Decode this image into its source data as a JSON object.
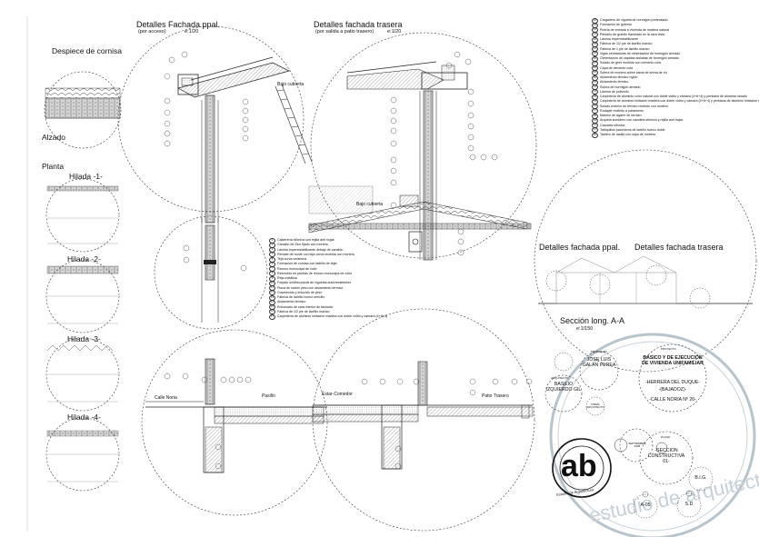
{
  "titles": {
    "cornisa": "Despiece de cornisa",
    "fachada_ppal": "Detalles Fachada ppal.",
    "fachada_ppal_sub": "(por acceso)",
    "fachada_ppal_scale": "e:1/20",
    "fachada_trasera": "Detalles fachada trasera",
    "fachada_trasera_sub": "(por salida a patio trasero)",
    "fachada_trasera_scale": "e:1/20",
    "alzado": "Alzado",
    "planta": "Planta",
    "hilada1": "Hilada -1-",
    "hilada2": "Hilada -2-",
    "hilada3": "Hilada -3-",
    "hilada4": "Hilada -4-",
    "seccion_fachada_ppal": "Detalles fachada ppal.",
    "seccion_fachada_trasera": "Detalles fachada trasera",
    "seccion_long": "Sección long. A-A",
    "seccion_scale": "e:1/150"
  },
  "labels": {
    "bajo_cubierta_1": "Bajo cubierta",
    "bajo_cubierta_2": "Bajo cubierta",
    "calle_noria": "Calle Noria",
    "pasillo": "Pasillo",
    "estar_comedor": "Estar-Comedor",
    "patio_trasero": "Patio Trasero"
  },
  "legend_right": [
    {
      "n": "18",
      "text": "Cargadero de vigueta de hormigón pretensado"
    },
    {
      "n": "19",
      "text": "Formación de goterón"
    },
    {
      "n": "20",
      "text": "Puerta de entrada a vivienda de madera natural"
    },
    {
      "n": "21",
      "text": "Peldaño de granito flameado en la cara vista"
    },
    {
      "n": "22",
      "text": "Lámina impermeabilizante"
    },
    {
      "n": "23",
      "text": "Fábrica de 1/2 pie de ladrillo macizo"
    },
    {
      "n": "24",
      "text": "Fábrica de 1 pie de ladrillo macizo"
    },
    {
      "n": "25",
      "text": "Vigas centradoras de cimentación de hormigón armado"
    },
    {
      "n": "26",
      "text": "Cimentación de zapatas aisladas de hormigón armado"
    },
    {
      "n": "27",
      "text": "Solado de gres recibido con cemento cola"
    },
    {
      "n": "28",
      "text": "Capa de cemento cola"
    },
    {
      "n": "29",
      "text": "Solera de mortero sobre cama de arena de río"
    },
    {
      "n": "30",
      "text": "Aislamiento térmico rígido"
    },
    {
      "n": "31",
      "text": "Aislamiento térmico"
    },
    {
      "n": "32",
      "text": "Solera de hormigón armado"
    },
    {
      "n": "33",
      "text": "Lámina de polivinilo"
    },
    {
      "n": "34",
      "text": "Carpintería de aluminio color natural con doble vidrio y cámara (4+6+4) y persiana de aluminio lacado"
    },
    {
      "n": "35",
      "text": "Carpintería de aluminio imitación madera con doble vidrio y cámara (4+6+4) y persiana de aluminio imitación madera"
    },
    {
      "n": "36",
      "text": "Solado exterior de terrazo recibido con mortero"
    },
    {
      "n": "37",
      "text": "Rodapié recibido a paramento"
    },
    {
      "n": "38",
      "text": "Marmol de agarre de terrazo"
    },
    {
      "n": "39",
      "text": "Arqueta sumidero con cazoleta sifónica y rejilla anti hojas"
    },
    {
      "n": "40",
      "text": "Cazoleta sifónica"
    },
    {
      "n": "41",
      "text": "Tabiquillos palomeros de ladrillo hueco doble"
    },
    {
      "n": "42",
      "text": "Tablero de rasilla con capa de mortero"
    }
  ],
  "legend_center": [
    {
      "n": "1",
      "text": "Calderería sifónica con rejilla anti hojas"
    },
    {
      "n": "2",
      "text": "Canalón de Zinc fijado con mortero"
    },
    {
      "n": "3",
      "text": "Lámina impermeabilizante debajo de canalón"
    },
    {
      "n": "4",
      "text": "Remate de borde con teja curva recibida con mortero"
    },
    {
      "n": "5",
      "text": "Teja curva cerámica"
    },
    {
      "n": "6",
      "text": "Formación de cornisa con ladrillo de tejar"
    },
    {
      "n": "7",
      "text": "Revoco monocapa de color"
    },
    {
      "n": "8",
      "text": "Recrecido en jambas de revoco monocapa de color"
    },
    {
      "n": "9",
      "text": "Reja metálica"
    },
    {
      "n": "10",
      "text": "Forjado unidireccional de viguetas autorresistentes"
    },
    {
      "n": "11",
      "text": "Placa de cartón yeso con aislamiento térmico"
    },
    {
      "n": "12",
      "text": "Guarnecido y enlucido de yeso"
    },
    {
      "n": "13",
      "text": "Fábrica de ladrillo hueco sencillo"
    },
    {
      "n": "14",
      "text": "Aislamiento térmico"
    },
    {
      "n": "15",
      "text": "Enfoscado de cara interior de fachada."
    },
    {
      "n": "16",
      "text": "Fábrica de 1/2 pie de ladrillo macizo."
    },
    {
      "n": "17",
      "text": "Carpintería de aluminio imitación madera con doble vidrio y cámara (4+6+4)"
    }
  ],
  "title_block": {
    "propiedad_label": "PROPIEDAD",
    "propiedad": "JOSE LUIS GALÁN PEREA",
    "proyecto_label": "PROYECTO",
    "proyecto": "BÁSICO Y DE EJECUCIÓN DE VIVIENDA UNIFAMILIAR",
    "lugar1": "-HERRERA DEL DUQUE-",
    "lugar2": "-(BAJADOZ)-",
    "calle": "-CALLE NORIA Nº 20-",
    "arquitecto_label": "ARQUITECTO",
    "arquitecto": "BASILIO IZQUIERDO GIL",
    "firma_label": "FIRMA ARQUITECTO",
    "fecha": "SEPTIEMBRE 2008",
    "plano_label": "PLANO",
    "plano": "-SECCION CONSTRUCTIVA 01-",
    "lamina": "A-05",
    "escala": "S.D",
    "autor": "B.I.G.",
    "logo_text": "ab",
    "logo_ring": "Estudio de Arquitectura",
    "watermark": "estudio de arquitectura"
  },
  "colors": {
    "line": "#333333",
    "hatch": "#666666",
    "light": "#9a9a9a",
    "watermark": "#b8c4cc",
    "brick": "#222222"
  }
}
